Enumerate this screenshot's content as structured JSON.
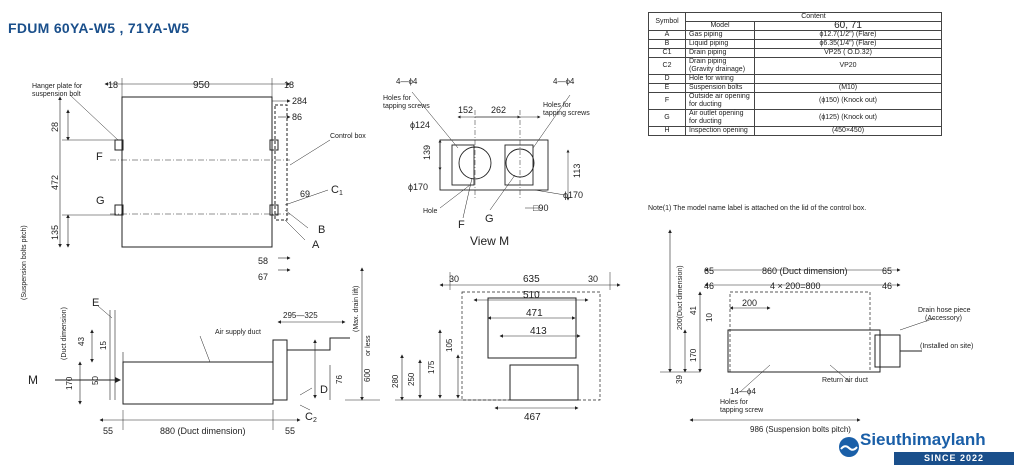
{
  "title": "FDUM 60YA-W5 , 71YA-W5",
  "table": {
    "header_symbol": "Symbol",
    "header_content": "Content",
    "model_label": "Model",
    "model_value": "60, 71",
    "rows": [
      {
        "sym": "A",
        "item": "Gas piping",
        "content": "ϕ12.7(1/2\") (Flare)"
      },
      {
        "sym": "B",
        "item": "Liquid piping",
        "content": "ϕ6.35(1/4\") (Flare)"
      },
      {
        "sym": "C1",
        "item": "Drain piping",
        "content": "VP25 ( O.D.32)"
      },
      {
        "sym": "C2",
        "item": "Drain piping (Gravity drainage)",
        "content": "VP20"
      },
      {
        "sym": "D",
        "item": "Hole for wiring",
        "content": ""
      },
      {
        "sym": "E",
        "item": "Suspension bolts",
        "content": "(M10)"
      },
      {
        "sym": "F",
        "item": "Outside air opening for ducting",
        "content": "(ϕ150) (Knock out)"
      },
      {
        "sym": "G",
        "item": "Air outlet opening for ducting",
        "content": "(ϕ125) (Knock out)"
      },
      {
        "sym": "H",
        "item": "Inspection opening",
        "content": "(450×450)"
      }
    ],
    "note": "Note(1)  The model name label is attached on the lid of the control box."
  },
  "labels": {
    "hanger": "Hanger plate for",
    "hanger2": "suspension bolt",
    "control_box": "Control box",
    "susp_pitch": "(Suspension bolts pitch)",
    "holes_left": "4—ϕ4",
    "holes_left_t1": "Holes for",
    "holes_left_t2": "tapping screws",
    "holes_right": "4—ϕ4",
    "holes_right_t1": "Holes for",
    "holes_right_t2": "tapping screws",
    "phi124": "ϕ124",
    "phi170_l": "ϕ170",
    "phi170_r": "ϕ170",
    "hole": "Hole",
    "view_m": "View M",
    "sq90": "□90",
    "air_supply": "Air supply duct",
    "duct_dim_v": "(Duct dimension)",
    "max_drain": "(Max. drain lift)",
    "or_less": "or less",
    "duct880": "880  (Duct dimension)",
    "duct860": "860  (Duct dimension)",
    "duct200_v": "200(Duct dimension)",
    "drain_hose": "Drain hose piece",
    "accessory": "(Accessory)",
    "installed": "(Installed on site)",
    "return_air": "Return air duct",
    "holes_bot": "14—ϕ4",
    "holes_bot_t1": "Holes for",
    "holes_bot_t2": "tapping screw",
    "susp986": "986 (Suspension bolts pitch)",
    "x4": "4 × 200=800",
    "range": "295—325"
  },
  "letters": {
    "A": "A",
    "B": "B",
    "C1": "C",
    "C1s": "1",
    "C2": "C",
    "C2s": "2",
    "D": "D",
    "E": "E",
    "F": "F",
    "G": "G",
    "M": "M"
  },
  "dims": {
    "d18a": "18",
    "d950": "950",
    "d18b": "18",
    "d284": "284",
    "d86": "86",
    "d28": "28",
    "d472": "472",
    "d135": "135",
    "d69": "69",
    "d58": "58",
    "d67": "67",
    "d152": "152",
    "d262": "262",
    "d139": "139",
    "d113": "113",
    "d43": "43",
    "d15": "15",
    "d50": "50",
    "d170": "170",
    "d76": "76",
    "d600": "600",
    "d55a": "55",
    "d55b": "55",
    "d30a": "30",
    "d635": "635",
    "d30b": "30",
    "d510": "510",
    "d471": "471",
    "d413": "413",
    "d105": "105",
    "d175": "175",
    "d250": "250",
    "d280": "280",
    "d467": "467",
    "d65a": "65",
    "d65b": "65",
    "d46a": "46",
    "d46b": "46",
    "d200": "200",
    "d41": "41",
    "d10": "10",
    "d170b": "170",
    "d39": "39"
  },
  "brand": {
    "name": "Sieuthimaylanh",
    "since": "SINCE 2022",
    "colors": {
      "primary": "#1a5fa8",
      "dark": "#1a4f8b"
    }
  }
}
